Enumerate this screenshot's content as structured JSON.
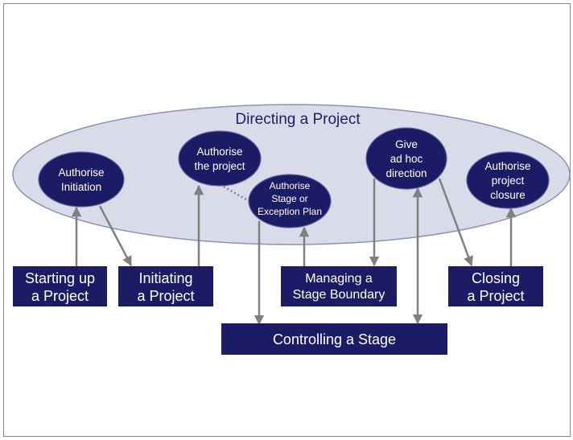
{
  "directing": {
    "title": "Directing a Project"
  },
  "activities": {
    "authorise_initiation": [
      "Authorise",
      "Initiation"
    ],
    "authorise_project": [
      "Authorise",
      "the project"
    ],
    "authorise_stage": [
      "Authorise",
      "Stage or",
      "Exception Plan"
    ],
    "give_direction": [
      "Give",
      "ad hoc",
      "direction"
    ],
    "authorise_closure": [
      "Authorise",
      "project",
      "closure"
    ]
  },
  "processes": {
    "starting_up": [
      "Starting up",
      "a Project"
    ],
    "initiating": [
      "Initiating",
      "a Project"
    ],
    "managing_boundary": [
      "Managing a",
      "Stage Boundary"
    ],
    "closing": [
      "Closing",
      "a Project"
    ],
    "controlling": [
      "Controlling a Stage"
    ]
  },
  "colors": {
    "ellipse_fill": "#d9dbe9",
    "ellipse_stroke": "#8e90b8",
    "node_fill": "#1c1c66",
    "arrow": "#808080",
    "title": "#1a1f6b"
  }
}
